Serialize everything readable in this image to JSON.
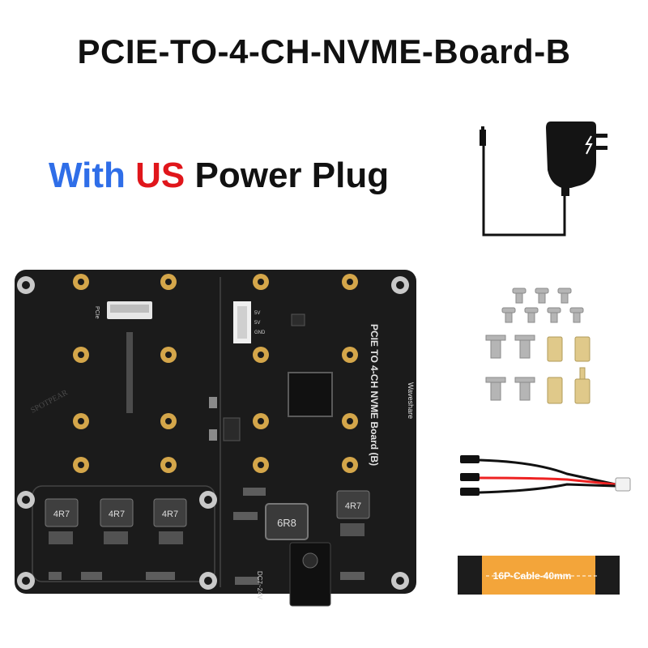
{
  "title": "PCIE-TO-4-CH-NVME-Board-B",
  "subtitle": {
    "part1": "With",
    "part2": "US",
    "part3": "Power Plug"
  },
  "colors": {
    "with": "#2f6ee8",
    "us": "#e0161b",
    "board": "#1b1b1b",
    "cable": "#f3a53a"
  },
  "board": {
    "silk_main": "PCIE TO 4-CH NVME Board (B)",
    "brand": "Waveshare",
    "watermark": "SPOTPEAR",
    "pcie_label": "PCIe",
    "pin_5v_a": "5V",
    "pin_5v_b": "5V",
    "pin_gnd": "GND",
    "dc_label": "DC7~24V",
    "inductor_big": "6R8",
    "inductors": [
      "4R7",
      "4R7",
      "4R7",
      "4R7"
    ]
  },
  "cable": {
    "label": "16P-Cable-40mm"
  },
  "icons": [
    "power-adapter-icon",
    "pcb-board",
    "screw-set",
    "wire-harness",
    "ffc-cable"
  ]
}
